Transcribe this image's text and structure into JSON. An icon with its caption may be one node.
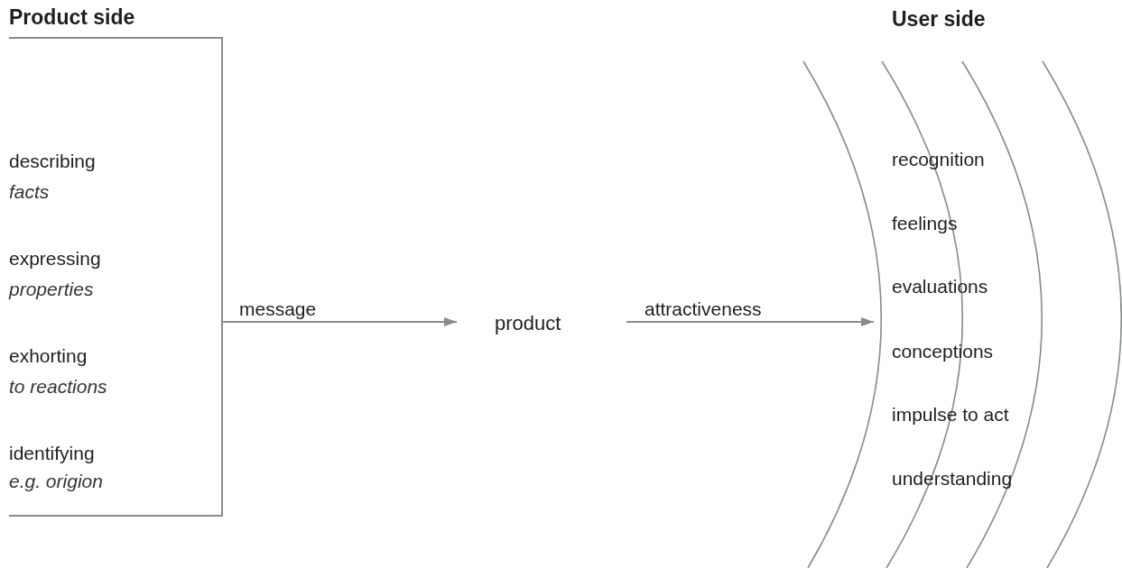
{
  "diagram": {
    "nodes": [
      {
        "text": [
          "Product side",
          "describing",
          "facts",
          "expressing",
          "properties",
          "exhorting",
          "to reactions",
          "identifying",
          "e.g. origion"
        ]
      },
      {
        "text": [
          "product"
        ]
      },
      {
        "text": [
          "User side",
          "recognition",
          "feelings",
          "evaluations",
          "conceptions",
          "impulse to act",
          "understanding"
        ]
      }
    ],
    "edges": [
      {
        "from": 0,
        "to": 1,
        "arrow": "to",
        "label": "message"
      },
      {
        "from": 1,
        "to": 2,
        "arrow": "to",
        "label": "attractiveness"
      }
    ]
  }
}
